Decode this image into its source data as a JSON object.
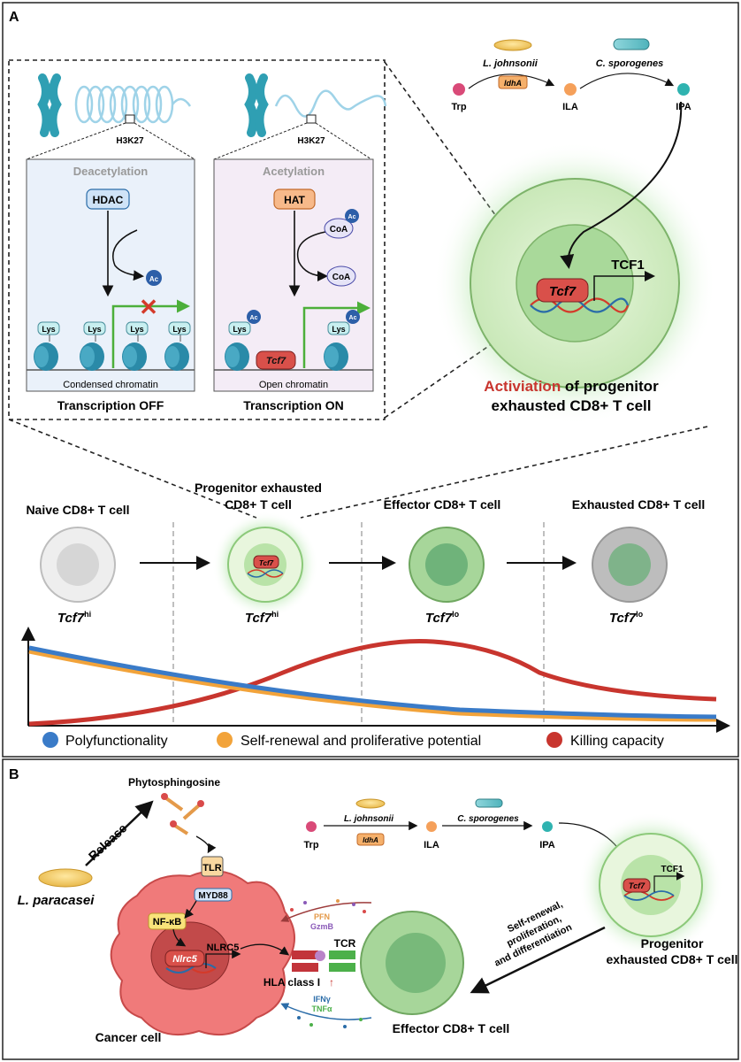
{
  "panel_a": {
    "label": "A",
    "bacteria_top": {
      "trp": "Trp",
      "ila": "ILA",
      "ipa": "IPA",
      "l_johnsonii": "L. johnsonii",
      "c_sporogenes": "C. sporogenes",
      "enzyme": "ldhA"
    },
    "chromatin": {
      "h3k27": "H3K27",
      "left": {
        "title": "Deacetylation",
        "enzyme": "HDAC",
        "ac": "Ac",
        "lys": "Lys",
        "caption": "Condensed chromatin",
        "status": "Transcription OFF"
      },
      "right": {
        "title": "Acetylation",
        "enzyme": "HAT",
        "coa": "CoA",
        "ac": "Ac",
        "lys": "Lys",
        "gene": "Tcf7",
        "caption": "Open chromatin",
        "status": "Transcription ON"
      }
    },
    "big_cell": {
      "gene": "Tcf7",
      "protein": "TCF1",
      "activation_word": "Activiation",
      "activation_rest": " of progenitor",
      "line2": "exhausted CD8+ T cell"
    },
    "stages": [
      {
        "title1": "",
        "title2": "Naive CD8+ T cell",
        "marker": "Tcf7",
        "level": "hi"
      },
      {
        "title1": "Progenitor exhausted",
        "title2": "CD8+ T cell",
        "marker": "Tcf7",
        "level": "hi",
        "gene": "Tcf7"
      },
      {
        "title1": "",
        "title2": "Effector CD8+ T cell",
        "marker": "Tcf7",
        "level": "lo"
      },
      {
        "title1": "",
        "title2": "Exhausted CD8+ T cell",
        "marker": "Tcf7",
        "level": "lo"
      }
    ],
    "legend": [
      {
        "label": "Polyfunctionality",
        "color": "#3a7bc8"
      },
      {
        "label": "Self-renewal and proliferative potential",
        "color": "#f2a33a"
      },
      {
        "label": "Killing capacity",
        "color": "#c8352e"
      }
    ]
  },
  "panel_b": {
    "label": "B",
    "phytosphingosine": "Phytosphingosine",
    "release": "Release",
    "l_paracasei": "L. paracasei",
    "tlr": "TLR",
    "myd88": "MYD88",
    "nfkb": "NF-κB",
    "nlrc5_gene": "Nlrc5",
    "nlrc5_protein": "NLRC5",
    "hla": "HLA class I",
    "hla_arrow": "↑",
    "tcr": "TCR",
    "pfn": "PFN",
    "gzmb": "GzmB",
    "ifng": "IFNγ",
    "tnfa": "TNFα",
    "cancer_cell": "Cancer cell",
    "effector": "Effector CD8+ T cell",
    "progenitor_line1": "Progenitor",
    "progenitor_line2": "exhausted CD8+ T cell",
    "differentiation": [
      "Self-renewal,",
      "proliferation,",
      "and differentiation"
    ],
    "trp": "Trp",
    "ila": "ILA",
    "ipa": "IPA",
    "l_johnsonii": "L. johnsonii",
    "c_sporogenes": "C. sporogenes",
    "enzyme": "ldhA",
    "gene": "Tcf7",
    "protein": "TCF1"
  }
}
